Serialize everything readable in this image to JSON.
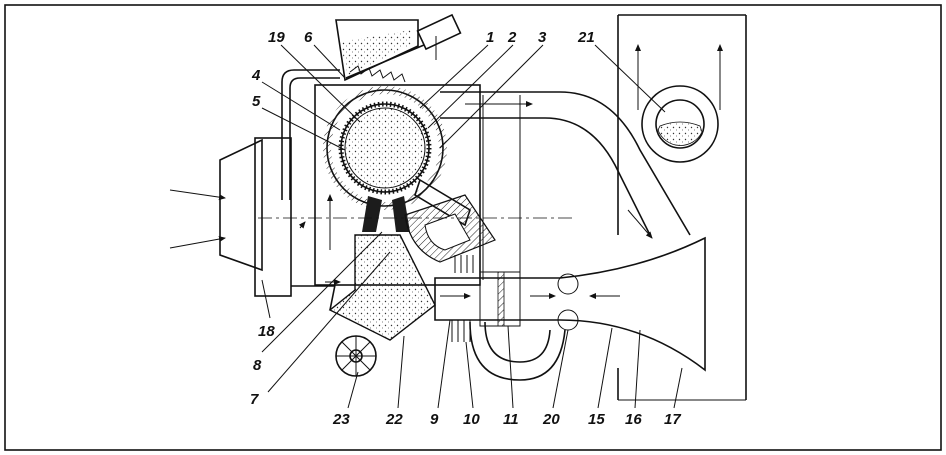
{
  "figure": {
    "labels": [
      "1",
      "2",
      "3",
      "4",
      "5",
      "6",
      "7",
      "8",
      "9",
      "10",
      "11",
      "15",
      "16",
      "17",
      "18",
      "19",
      "20",
      "21",
      "22",
      "23"
    ]
  },
  "colors": {
    "ink": "#111111",
    "background": "#ffffff",
    "hatch_dark": "#1c1c1c"
  }
}
